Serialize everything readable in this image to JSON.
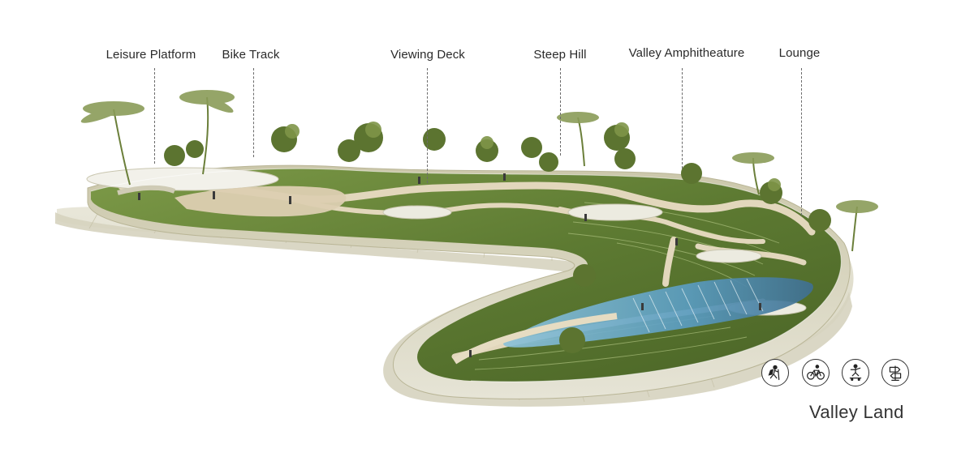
{
  "diagram": {
    "title": "Valley Land",
    "callouts": [
      {
        "id": "leisure-platform",
        "label": "Leisure Platform"
      },
      {
        "id": "bike-track",
        "label": "Bike Track"
      },
      {
        "id": "viewing-deck",
        "label": "Viewing Deck"
      },
      {
        "id": "steep-hill",
        "label": "Steep Hill"
      },
      {
        "id": "valley-amphitheatre",
        "label": "Valley Amphitheature"
      },
      {
        "id": "lounge",
        "label": "Lounge"
      }
    ],
    "activity_icons": [
      "hiking-icon",
      "cycling-icon",
      "skateboarding-icon",
      "signpost-icon"
    ],
    "colors": {
      "grass": "#5f7a34",
      "grass_light": "#8da45a",
      "path": "#d8ccb0",
      "water": "#6fa9c9",
      "plaza": "#dedccb",
      "tree": "#4f6a2a"
    }
  }
}
